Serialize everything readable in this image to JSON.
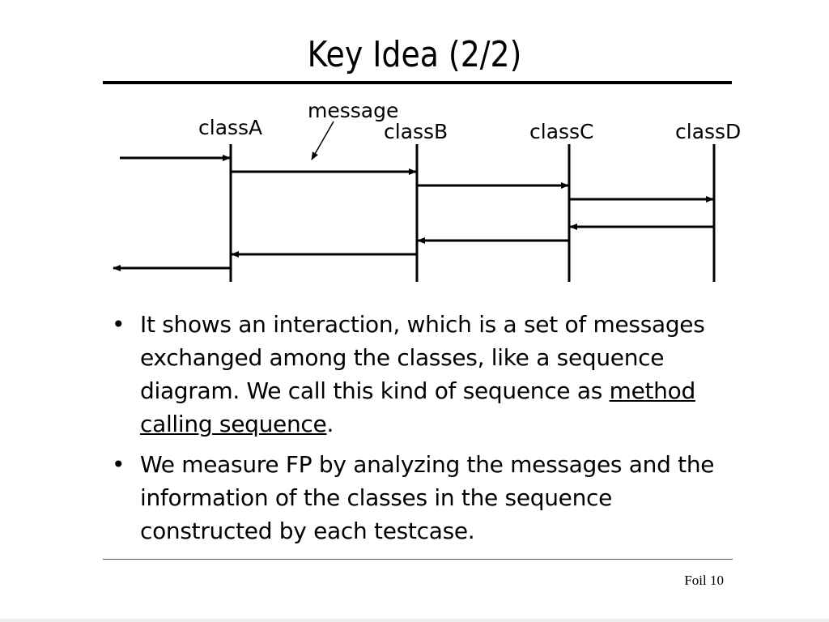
{
  "slide": {
    "title": "Key Idea (2/2)",
    "footer": "Foil 10"
  },
  "diagram": {
    "classes": [
      "classA",
      "classB",
      "classC",
      "classD"
    ],
    "message_label": "message",
    "messages": [
      {
        "from": "external",
        "to": "classA"
      },
      {
        "from": "classA",
        "to": "classB"
      },
      {
        "from": "classB",
        "to": "classC"
      },
      {
        "from": "classC",
        "to": "classD"
      },
      {
        "from": "classD",
        "to": "classC"
      },
      {
        "from": "classC",
        "to": "classB"
      },
      {
        "from": "classB",
        "to": "classA"
      },
      {
        "from": "classA",
        "to": "external"
      }
    ]
  },
  "bullets": [
    {
      "text_before": "It shows an interaction, which is a set of messages exchanged among the classes,  like a sequence diagram.  We call this kind of sequence as ",
      "emphasis": "method calling sequence",
      "text_after": "."
    },
    {
      "text_before": "We measure FP by analyzing the messages and the information of the classes in the sequence constructed by each testcase.",
      "emphasis": "",
      "text_after": ""
    }
  ]
}
